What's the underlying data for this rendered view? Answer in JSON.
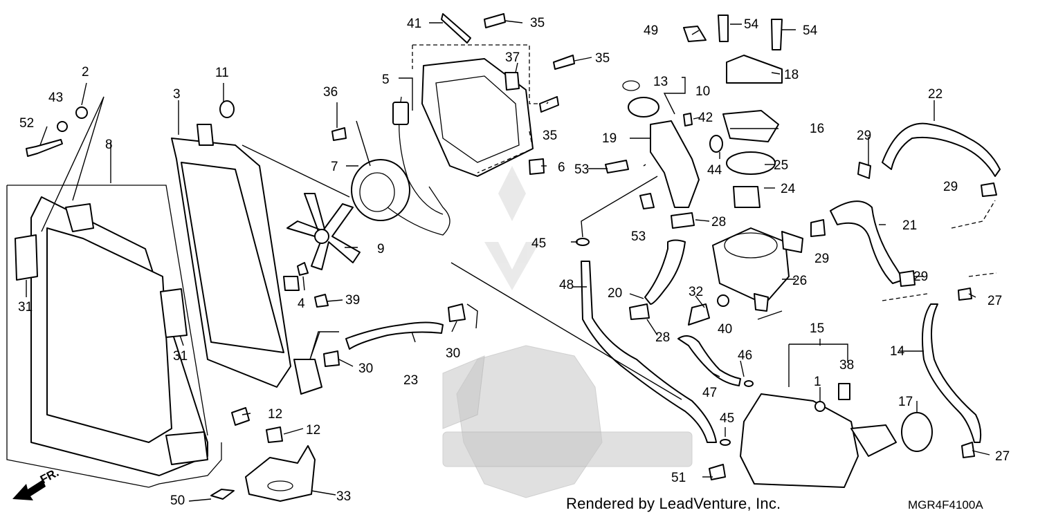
{
  "diagram": {
    "credit": "Rendered by LeadVenture, Inc.",
    "code": "MGR4F4100A",
    "front_arrow_label": "FR."
  },
  "callouts": [
    "1",
    "2",
    "3",
    "4",
    "5",
    "6",
    "7",
    "8",
    "9",
    "10",
    "11",
    "12",
    "12",
    "13",
    "14",
    "15",
    "16",
    "17",
    "18",
    "19",
    "20",
    "21",
    "22",
    "23",
    "24",
    "25",
    "26",
    "27",
    "27",
    "28",
    "28",
    "29",
    "29",
    "29",
    "29",
    "30",
    "30",
    "31",
    "31",
    "32",
    "33",
    "35",
    "35",
    "35",
    "36",
    "37",
    "38",
    "39",
    "40",
    "41",
    "42",
    "43",
    "44",
    "45",
    "45",
    "46",
    "47",
    "48",
    "49",
    "50",
    "51",
    "52",
    "53",
    "53",
    "54",
    "54"
  ]
}
